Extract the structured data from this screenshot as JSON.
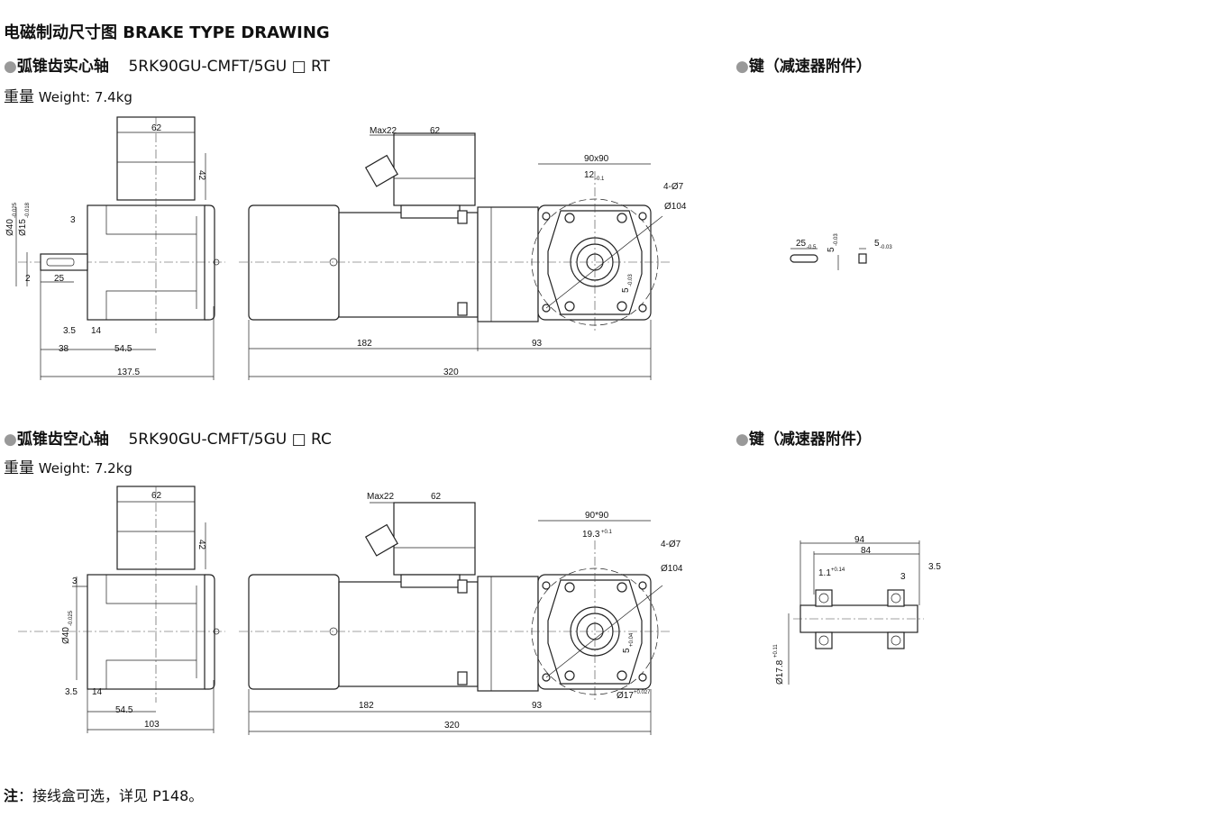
{
  "title": "电磁制动尺寸图 BRAKE TYPE DRAWING",
  "sections": [
    {
      "name": "弧锥齿实心轴",
      "model": "5RK90GU-CMFT/5GU □ RT",
      "weight_label": "重量",
      "weight": "Weight: 7.4kg",
      "key_title": "键（减速器附件）",
      "dims": {
        "box_w": "62",
        "box_h": "42",
        "d40": "Ø40",
        "d40_tol": "-0.025",
        "d15": "Ø15",
        "d15_tol": "-0.018",
        "step3": "3",
        "d2": "2",
        "d25": "25",
        "d35": "3.5",
        "d14": "14",
        "d38": "38",
        "d545": "54.5",
        "total_side": "137.5",
        "max22": "Max22",
        "box_w2": "62",
        "sq": "90x90",
        "key12": "12",
        "key12_tol": "-0.1",
        "holes": "4-Ø7",
        "pcd": "Ø104",
        "k5": "5",
        "k5_tol": "-0.03",
        "l182": "182",
        "l93": "93",
        "l320": "320"
      },
      "key_dims": {
        "len": "25",
        "len_tol": "-0.5",
        "h": "5",
        "h_tol": "-0.03",
        "w": "5",
        "w_tol": "-0.03"
      }
    },
    {
      "name": "弧锥齿空心轴",
      "model": "5RK90GU-CMFT/5GU □ RC",
      "weight_label": "重量",
      "weight": "Weight: 7.2kg",
      "key_title": "键（减速器附件）",
      "dims": {
        "box_w": "62",
        "box_h": "42",
        "step3": "3",
        "d40": "Ø40",
        "d40_tol": "-0.025",
        "d35": "3.5",
        "d14": "14",
        "d545": "54.5",
        "total_side": "103",
        "max22": "Max22",
        "box_w2": "62",
        "sq": "90*90",
        "key": "19.3",
        "key_tol": "+0.1",
        "holes": "4-Ø7",
        "pcd": "Ø104",
        "k5": "5",
        "k5_tol": "+0.04",
        "bore": "Ø17",
        "bore_tol": "+0.027",
        "l182": "182",
        "l93": "93",
        "l320": "320"
      },
      "shaft_dims": {
        "l94": "94",
        "l84": "84",
        "c11": "1.1",
        "c11_tol": "+0.14",
        "c3": "3",
        "c35": "3.5",
        "d178": "Ø17.8",
        "d178_tol": "+0.11"
      }
    }
  ],
  "note_label": "注",
  "note": "：接线盒可选，详见 P148。"
}
